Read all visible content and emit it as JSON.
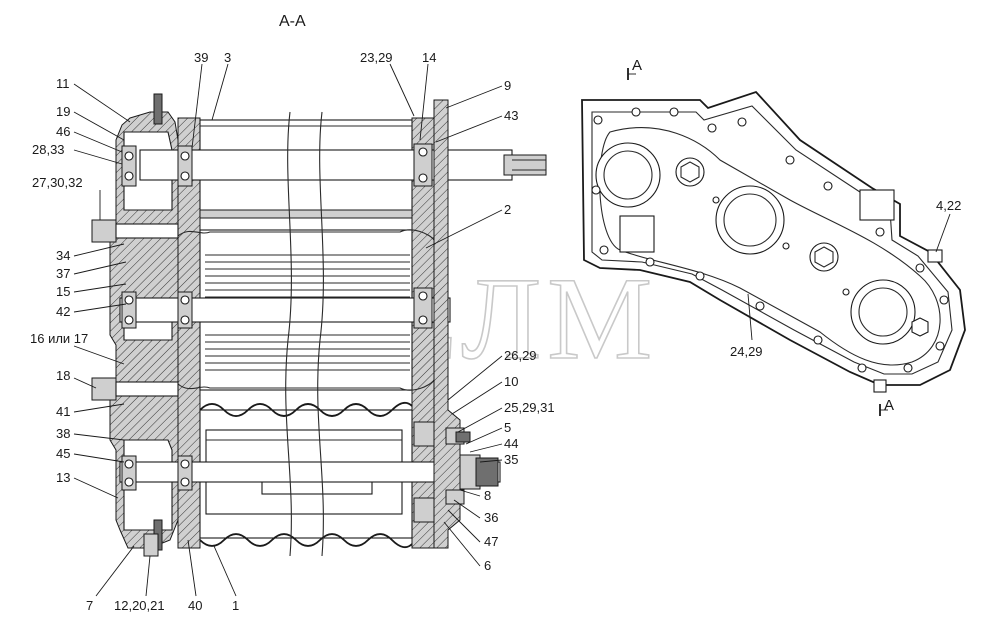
{
  "section_title": "А-А",
  "watermark": "СЕЛМ",
  "section_marks": {
    "top": "А",
    "bottom": "А"
  },
  "callouts_left": [
    "11",
    "19",
    "46",
    "28,33",
    "27,30,32",
    "34",
    "37",
    "15",
    "42",
    "16 или 17",
    "18",
    "41",
    "38",
    "45",
    "13"
  ],
  "callouts_top": [
    "39",
    "3",
    "23,29",
    "14",
    "9",
    "43",
    "2"
  ],
  "callouts_right": [
    "26,29",
    "10",
    "25,29,31",
    "5",
    "44",
    "35",
    "8",
    "36",
    "47",
    "6"
  ],
  "callouts_bottom": [
    "7",
    "12,20,21",
    "40",
    "1"
  ],
  "callouts_view": [
    "4,22",
    "24,29"
  ],
  "colors": {
    "line": "#1a1a1a",
    "hatch_fill": "#d0d0d0",
    "watermark": "#c9c9c9"
  }
}
